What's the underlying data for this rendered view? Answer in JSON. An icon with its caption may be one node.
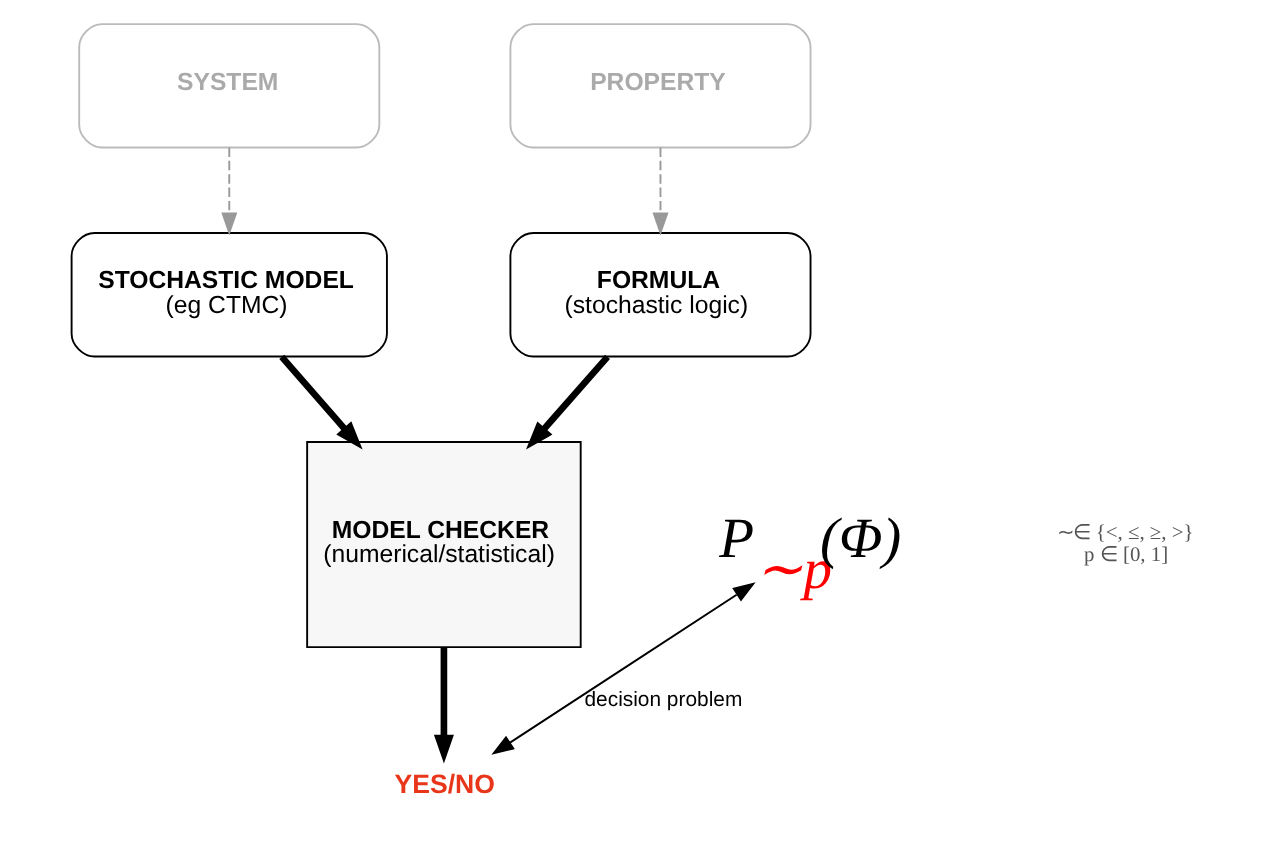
{
  "diagram": {
    "nodes": [
      {
        "text": [
          "SYSTEM"
        ]
      },
      {
        "text": [
          "PROPERTY"
        ]
      },
      {
        "text": [
          "STOCHASTIC MODEL",
          "(eg CTMC)"
        ]
      },
      {
        "text": [
          "FORMULA",
          "(stochastic logic)"
        ]
      },
      {
        "text": [
          "MODEL CHECKER",
          "(numerical/statistical)"
        ]
      },
      {
        "text": [
          "YES/NO"
        ]
      },
      {
        "text": [
          "P$_{∼p}$(Φ)"
        ]
      }
    ],
    "edges": [
      {
        "from": 0,
        "to": 2,
        "arrow": "to",
        "style": "dashed",
        "color": "#999999"
      },
      {
        "from": 1,
        "to": 3,
        "arrow": "to",
        "style": "dashed",
        "color": "#999999"
      },
      {
        "from": 2,
        "to": 4,
        "arrow": "to",
        "style": "thick"
      },
      {
        "from": 3,
        "to": 4,
        "arrow": "to",
        "style": "thick"
      },
      {
        "from": 4,
        "to": 5,
        "arrow": "to",
        "style": "thick"
      },
      {
        "from": 5,
        "to": 6,
        "arrow": "both",
        "label": "decision problem"
      }
    ],
    "labels": [
      "∼∈ {<, ≤, ≥, >}",
      "p ∈ [0, 1]"
    ]
  }
}
